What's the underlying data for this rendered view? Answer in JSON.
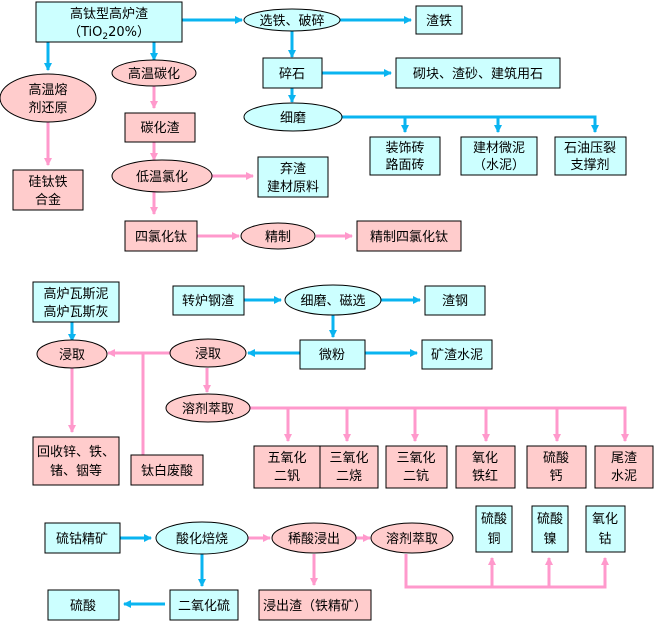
{
  "section1": {
    "source": {
      "line1": "高钛型高炉渣",
      "line2_prefix": "（TiO",
      "line2_sub": "2",
      "line2_suffix": "20%）"
    },
    "separation": "选铁、破碎",
    "slag_iron": "渣铁",
    "high_temp_reduction": {
      "line1": "高温熔",
      "line2": "剂还原"
    },
    "silicon_titanium_iron": {
      "line1": "硅钛铁",
      "line2": "合金"
    },
    "high_temp_carbonization": "高温碳化",
    "carbonized_slag": "碳化渣",
    "low_temp_chlorination": "低温氯化",
    "discard_slag": {
      "line1": "弃渣",
      "line2": "建材原料"
    },
    "titanium_tetrachloride": "四氯化钛",
    "refining": "精制",
    "refined_ticl4": "精制四氯化钛",
    "crushed_stone": "碎石",
    "building_products": "砌块、渣砂、建筑用石",
    "fine_grinding": "细磨",
    "decor_brick": {
      "line1": "装饰砖",
      "line2": "路面砖"
    },
    "micro_powder": {
      "line1": "建材微泥",
      "line2": "（水泥）"
    },
    "proppant": {
      "line1": "石油压裂",
      "line2": "支撑剂"
    }
  },
  "section2": {
    "bf_sludge": {
      "line1": "高炉瓦斯泥",
      "line2": "高炉瓦斯灰"
    },
    "leach_left": "浸取",
    "recovery": {
      "line1": "回收锌、铁、",
      "line2": "锗、铟等"
    },
    "titanium_waste_acid": "钛白废酸",
    "converter_slag": "转炉钢渣",
    "grind_magnetic": "细磨、磁选",
    "slag_steel": "渣钢",
    "leach_mid": "浸取",
    "micro_powder": "微粉",
    "slag_cement": "矿渣水泥",
    "solvent_extraction": "溶剂萃取",
    "products": [
      {
        "line1": "五氧化",
        "line2": "二钒"
      },
      {
        "line1": "三氧化",
        "line2": "二烧"
      },
      {
        "line1": "三氧化",
        "line2": "二钪"
      },
      {
        "line1": "氧化",
        "line2": "铁红"
      },
      {
        "line1": "硫酸",
        "line2": "钙"
      },
      {
        "line1": "尾渣",
        "line2": "水泥"
      }
    ]
  },
  "section3": {
    "cobalt_sulfide": "硫钴精矿",
    "acid_roast": "酸化焙烧",
    "dilute_acid_leach": "稀酸浸出",
    "solvent_extraction": "溶剂萃取",
    "products": [
      {
        "line1": "硫酸",
        "line2": "铜"
      },
      {
        "line1": "硫酸",
        "line2": "镍"
      },
      {
        "line1": "氧化",
        "line2": "钴"
      }
    ],
    "sulfuric_acid": "硫酸",
    "sulfur_dioxide": "二氧化硫",
    "leach_residue": "浸出渣（铁精矿）"
  },
  "colors": {
    "box_fill": "#ccffff",
    "pink_fill": "#ffcccc",
    "oval_blue_fill": "#ccffff",
    "blue_arrow": "#0ab4f0",
    "pink_arrow": "#ff99cc",
    "border": "#000000"
  }
}
